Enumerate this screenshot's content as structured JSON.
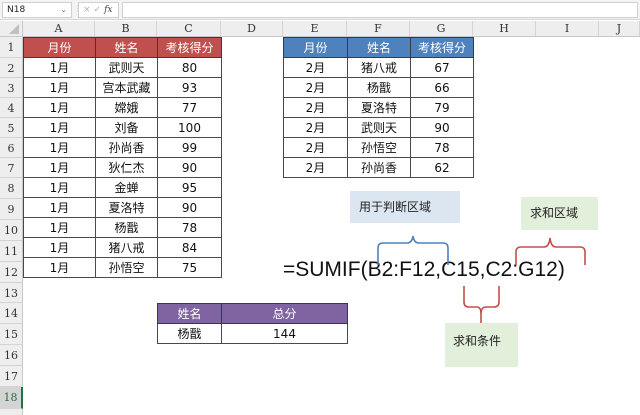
{
  "formula_bar": {
    "name_box": "N18",
    "cancel_icon": "×",
    "enter_icon": "✓",
    "fx_label": "fx",
    "formula_value": ""
  },
  "columns": [
    "A",
    "B",
    "C",
    "D",
    "E",
    "F",
    "G",
    "H",
    "I",
    "J"
  ],
  "rows": [
    "1",
    "2",
    "3",
    "4",
    "5",
    "6",
    "7",
    "8",
    "9",
    "10",
    "11",
    "12",
    "13",
    "14",
    "15",
    "16",
    "17",
    "18"
  ],
  "selected_row": "18",
  "table_jan": {
    "header": [
      "月份",
      "姓名",
      "考核得分"
    ],
    "header_color": "#c0504d",
    "rows": [
      [
        "1月",
        "武则天",
        "80"
      ],
      [
        "1月",
        "宫本武藏",
        "93"
      ],
      [
        "1月",
        "嫦娥",
        "77"
      ],
      [
        "1月",
        "刘备",
        "100"
      ],
      [
        "1月",
        "孙尚香",
        "99"
      ],
      [
        "1月",
        "狄仁杰",
        "90"
      ],
      [
        "1月",
        "金蝉",
        "95"
      ],
      [
        "1月",
        "夏洛特",
        "90"
      ],
      [
        "1月",
        "杨戬",
        "78"
      ],
      [
        "1月",
        "猪八戒",
        "84"
      ],
      [
        "1月",
        "孙悟空",
        "75"
      ]
    ]
  },
  "table_feb": {
    "header": [
      "月份",
      "姓名",
      "考核得分"
    ],
    "header_color": "#4f81bd",
    "rows": [
      [
        "2月",
        "猪八戒",
        "67"
      ],
      [
        "2月",
        "杨戬",
        "66"
      ],
      [
        "2月",
        "夏洛特",
        "79"
      ],
      [
        "2月",
        "武则天",
        "90"
      ],
      [
        "2月",
        "孙悟空",
        "78"
      ],
      [
        "2月",
        "孙尚香",
        "62"
      ]
    ]
  },
  "table_result": {
    "header": [
      "姓名",
      "总分"
    ],
    "header_color": "#8064a2",
    "rows": [
      [
        "杨戬",
        "144"
      ]
    ]
  },
  "annotations": {
    "formula": "=SUMIF(B2:F12,C15,C2:G12)",
    "range_label": "用于判断区域",
    "sum_range_label": "求和区域",
    "criteria_label": "求和条件",
    "range_color": "#4f81bd",
    "criteria_color": "#c0504d"
  }
}
